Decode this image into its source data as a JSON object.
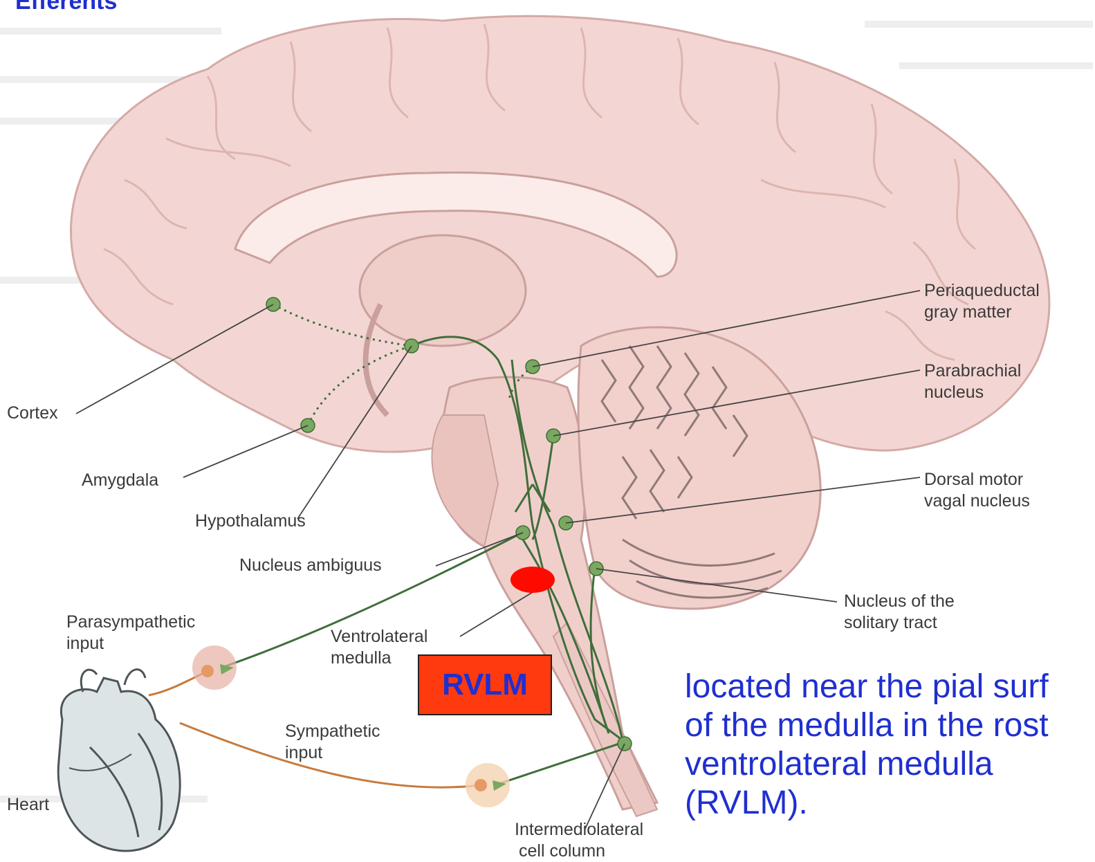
{
  "slide": {
    "title": "Efferents"
  },
  "labels": {
    "cortex": "Cortex",
    "amygdala": "Amygdala",
    "hypothalamus": "Hypothalamus",
    "nucleus_ambiguus": "Nucleus ambiguus",
    "parasympathetic_input": [
      "Parasympathetic",
      "input"
    ],
    "ventrolateral_medulla": [
      "Ventrolateral",
      "medulla"
    ],
    "sympathetic_input": [
      "Sympathetic",
      "input"
    ],
    "heart": "Heart",
    "intermediolateral": [
      "Intermediolateral",
      "cell column"
    ],
    "periaqueductal": [
      "Periaqueductal",
      "gray matter"
    ],
    "parabrachial": [
      "Parabrachial",
      "nucleus"
    ],
    "dorsal_motor": [
      "Dorsal motor",
      "vagal nucleus"
    ],
    "solitary": [
      "Nucleus of the",
      "solitary tract"
    ]
  },
  "highlight": {
    "box_text": "RVLM",
    "box_color": "#ff3a0f",
    "marker_color": "#ff0a00"
  },
  "note": {
    "lines": [
      "located near the pial surf",
      "of the medulla in the rost",
      "ventrolateral medulla",
      "(RVLM)."
    ]
  },
  "colors": {
    "brain": "#f3d6d3",
    "brain_outline": "#d4aaa6",
    "pathway": "#3f6e3a",
    "node": "#79a860",
    "sympathetic": "#c87a3a",
    "text_blue": "#1f2fd0"
  }
}
